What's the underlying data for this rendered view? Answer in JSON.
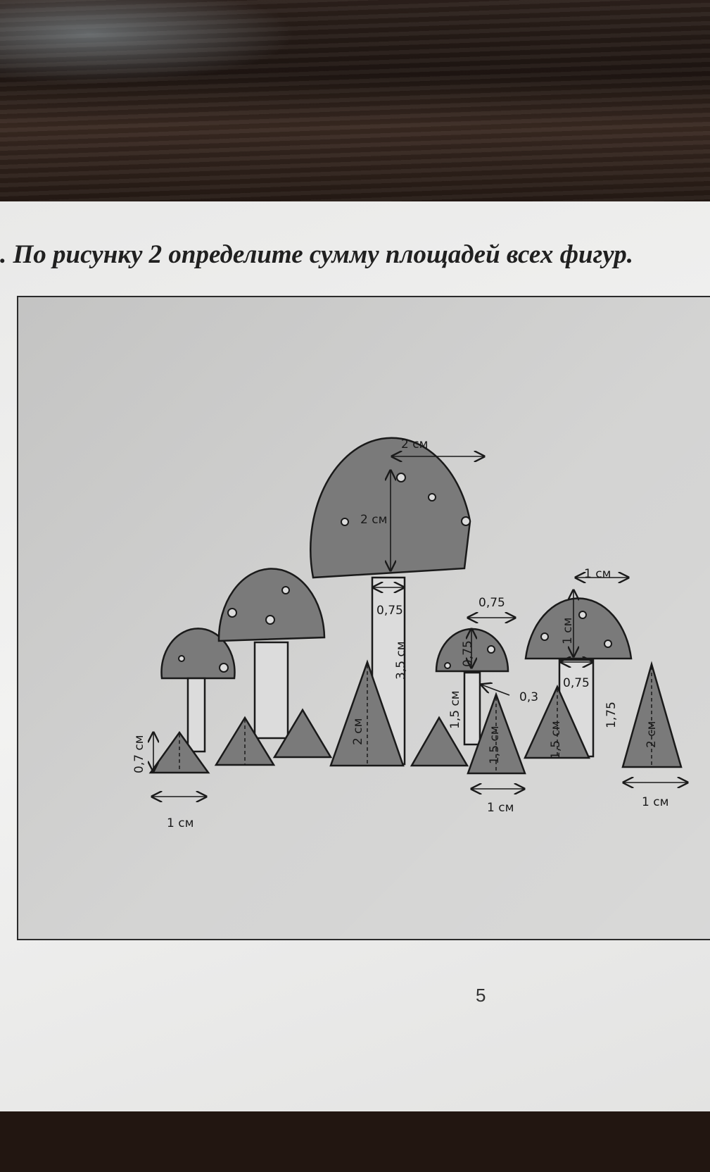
{
  "question": ". По рисунку 2 определите сумму площадей всех фигур.",
  "labels": {
    "cap_large_width": "2 см",
    "cap_large_height": "2 см",
    "stem_large_width": "0,75",
    "stem_large_height": "3,5 см",
    "small_cap_width": "0,75",
    "small_cap_height": "0,75",
    "small_stem_height": "1,5 см",
    "small_stem_width": "0,3",
    "right_cap_width": "1 см",
    "right_cap_height": "1 см",
    "right_stem_width": "0,75",
    "right_stem_height": "1,75",
    "left_tri_height": "0,7 см",
    "left_tri_base": "1 см",
    "tall_tri_height": "2 см",
    "mid_tri_height": "1,5 см",
    "mid_tri_base": "1 см",
    "right_tri2_height": "1,5 см",
    "far_tri_height": "2 см",
    "far_tri_base": "1 см"
  },
  "page_number": "5",
  "colors": {
    "shape_fill": "#7a7a7a",
    "outline": "#1a1a1a",
    "frame_bg": "#d0d0cf"
  }
}
